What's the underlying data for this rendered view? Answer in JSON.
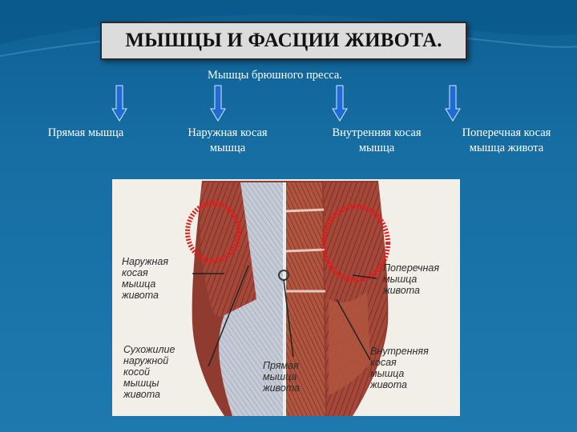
{
  "title": "МЫШЦЫ И ФАСЦИИ ЖИВОТА.",
  "subtitle": "Мышцы брюшного пресса.",
  "labels": [
    "Прямая мышца",
    "Наружная косая мышца",
    "Внутренняя косая мышца",
    "Поперечная косая мышца живота"
  ],
  "figure": {
    "captions": {
      "external_oblique": "Наружная\nкосая\nмышца\nживота",
      "transverse": "Поперечная\nмышца\nживота",
      "aponeurosis": "Сухожилие\nнаружной\nкосой\nмышцы\nживота",
      "rectus": "Прямая\nмышца\nживота",
      "internal_oblique": "Внутренняя\nкосая\nмышца\nживота"
    }
  },
  "colors": {
    "background": "#1a73a8",
    "arrow": "#1e6bd6",
    "highlight_circle": "#e21a1a",
    "muscle": "#a94a3a"
  }
}
